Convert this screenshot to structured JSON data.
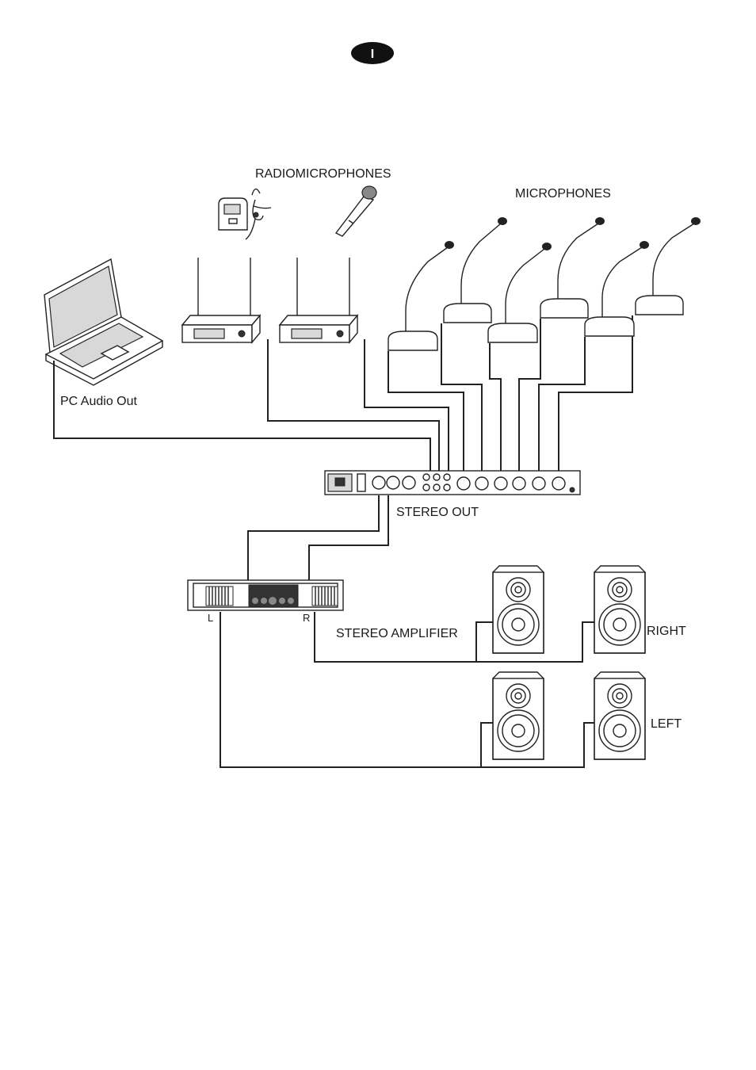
{
  "page_badge": "I",
  "labels": {
    "radiomicrophones": "RADIOMICROPHONES",
    "microphones": "MICROPHONES",
    "pc_audio_out": "PC Audio Out",
    "stereo_out": "STEREO OUT",
    "stereo_amplifier": "STEREO AMPLIFIER",
    "amp_left": "L",
    "amp_right": "R",
    "right": "RIGHT",
    "left": "LEFT"
  }
}
